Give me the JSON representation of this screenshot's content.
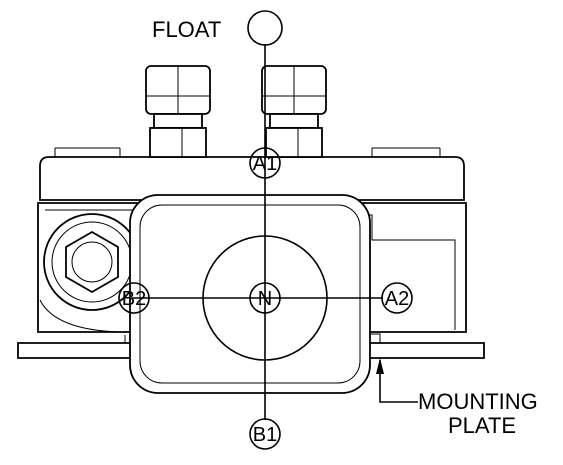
{
  "labels": {
    "float": "FLOAT",
    "mounting_plate_line1": "MOUNTING",
    "mounting_plate_line2": "PLATE"
  },
  "positions": {
    "a1": "A1",
    "a2": "A2",
    "b1": "B1",
    "b2": "B2",
    "n": "N"
  },
  "colors": {
    "line": "#000000",
    "background": "#ffffff"
  }
}
